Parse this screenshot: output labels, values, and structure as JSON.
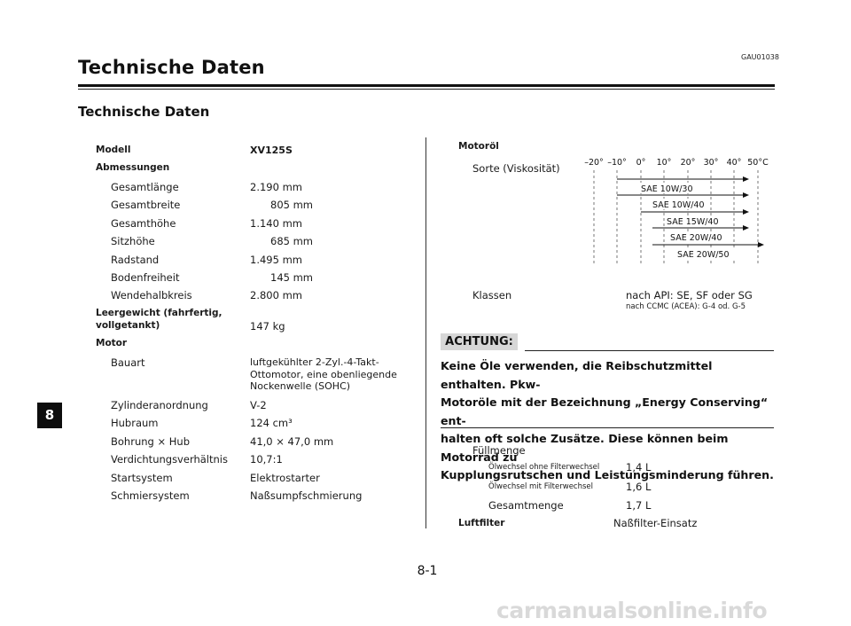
{
  "header": {
    "code": "GAU01038",
    "title": "Technische Daten",
    "subtitle": "Technische Daten"
  },
  "chapter_tab": "8",
  "specs": {
    "modell_label": "Modell",
    "modell_value": "XV125S",
    "abmessungen_label": "Abmessungen",
    "abmessungen": [
      {
        "label": "Gesamtlänge",
        "value": "2.190 mm"
      },
      {
        "label": "Gesamtbreite",
        "value": "805 mm"
      },
      {
        "label": "Gesamthöhe",
        "value": "1.140 mm"
      },
      {
        "label": "Sitzhöhe",
        "value": "685 mm"
      },
      {
        "label": "Radstand",
        "value": "1.495 mm"
      },
      {
        "label": "Bodenfreiheit",
        "value": "145 mm"
      },
      {
        "label": "Wendehalbkreis",
        "value": "2.800 mm"
      }
    ],
    "leergewicht_label_1": "Leergewicht (fahrfertig,",
    "leergewicht_label_2": "vollgetankt)",
    "leergewicht_value": "147 kg",
    "motor_label": "Motor",
    "motor": [
      {
        "label": "Bauart",
        "value": "luftgekühlter 2-Zyl.-4-Takt-",
        "value2": "Ottomotor, eine obenliegende",
        "value3": "Nockenwelle (SOHC)"
      },
      {
        "label": "Zylinderanordnung",
        "value": "V-2"
      },
      {
        "label": "Hubraum",
        "value": "124 cm³"
      },
      {
        "label": "Bohrung × Hub",
        "value": "41,0 × 47,0 mm"
      },
      {
        "label": "Verdichtungsverhältnis",
        "value": "10,7:1"
      },
      {
        "label": "Startsystem",
        "value": "Elektrostarter"
      },
      {
        "label": "Schmiersystem",
        "value": "Naßsumpfschmierung"
      }
    ]
  },
  "motoroil": {
    "label": "Motoröl",
    "sorte_label": "Sorte (Viskosität)",
    "temps": [
      "–20°",
      "–10°",
      "0°",
      "10°",
      "20°",
      "30°",
      "40°",
      "50°C"
    ],
    "grades": [
      "SAE 10W/30",
      "SAE 10W/40",
      "SAE 15W/40",
      "SAE 20W/40",
      "SAE 20W/50"
    ],
    "klassen_label": "Klassen",
    "klassen_value": "nach API: SE, SF oder SG",
    "klassen_value2": "nach CCMC (ACEA): G-4 od. G-5"
  },
  "caution": {
    "tag": "ACHTUNG:",
    "line1": "Keine Öle verwenden, die Reibschutzmittel enthalten. Pkw-",
    "line2": "Motoröle mit der Bezeichnung „Energy Conserving“ ent-",
    "line3": "halten oft solche Zusätze. Diese können beim Motorrad zu",
    "line4": "Kupplungsrutschen und Leistungsminderung führen."
  },
  "fill": {
    "label": "Füllmenge",
    "rows": [
      {
        "label": "Ölwechsel ohne Filterwechsel",
        "value": "1,4 L"
      },
      {
        "label": "Ölwechsel mit Filterwechsel",
        "value": "1,6 L"
      },
      {
        "label": "Gesamtmenge",
        "value": "1,7 L"
      }
    ],
    "luftfilter_label": "Luftfilter",
    "luftfilter_value": "Naßfilter-Einsatz"
  },
  "page_number": "8-1",
  "watermark": "carmanualsonline.info"
}
